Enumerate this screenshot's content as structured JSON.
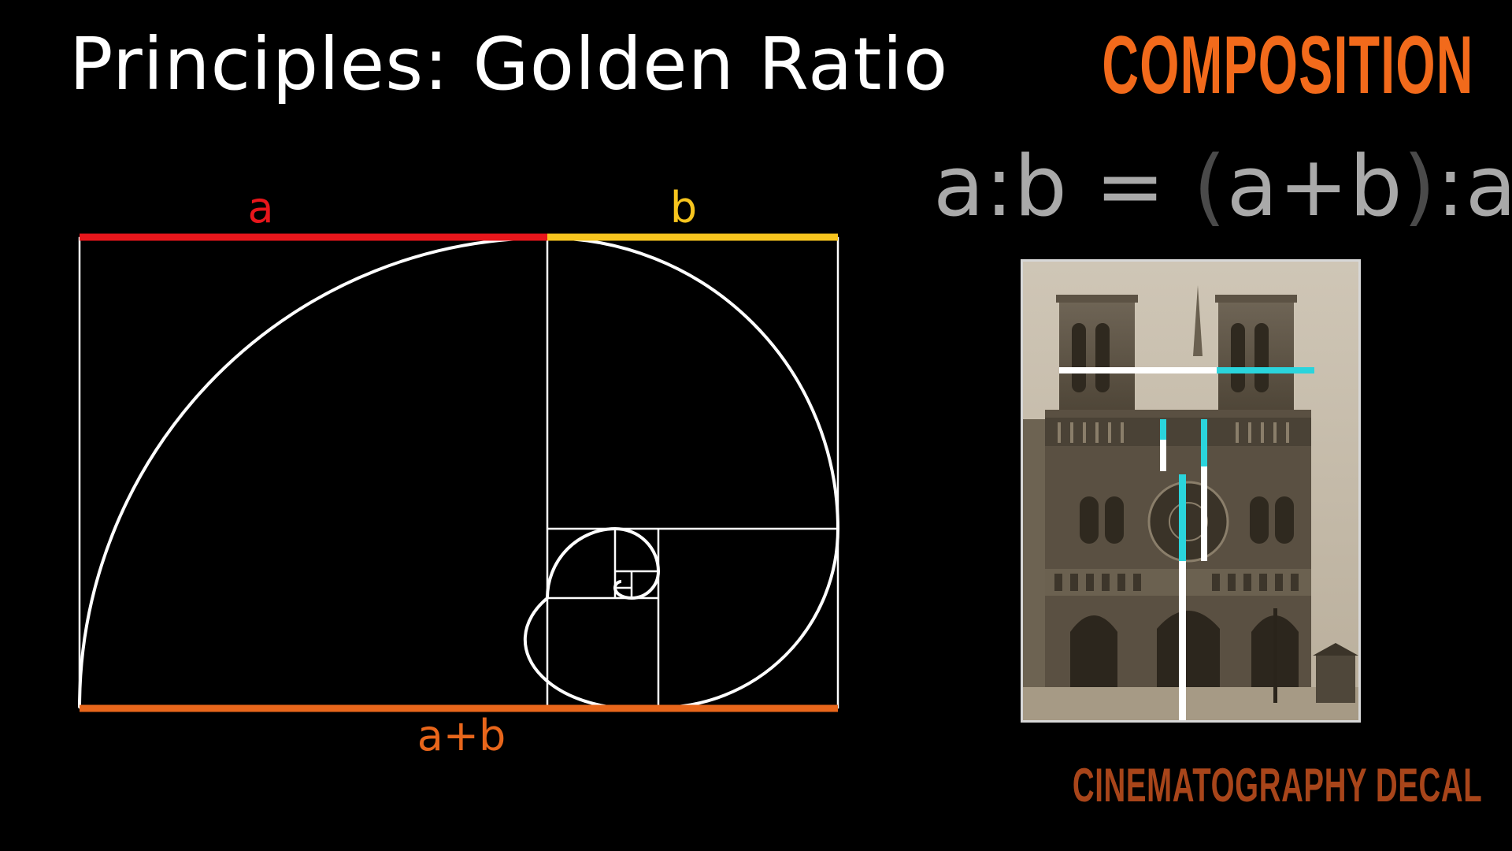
{
  "slide": {
    "title": "Principles: Golden Ratio",
    "brand": "COMPOSITION",
    "footer_brand": "CINEMATOGRAPHY DECAL"
  },
  "formula": {
    "left": "a:b",
    "equals": "=",
    "open_paren": "(",
    "sum": "a+b",
    "close_paren": ")",
    "right": ":a"
  },
  "diagram": {
    "label_a": "a",
    "label_b": "b",
    "label_sum": "a+b",
    "colors": {
      "a": "#e8161b",
      "b": "#f7c51e",
      "sum": "#e8661b",
      "lines": "#ffffff"
    }
  },
  "photo": {
    "subject": "cathedral-facade",
    "overlay_colors": {
      "white": "#ffffff",
      "cyan": "#2ad4dc"
    }
  }
}
